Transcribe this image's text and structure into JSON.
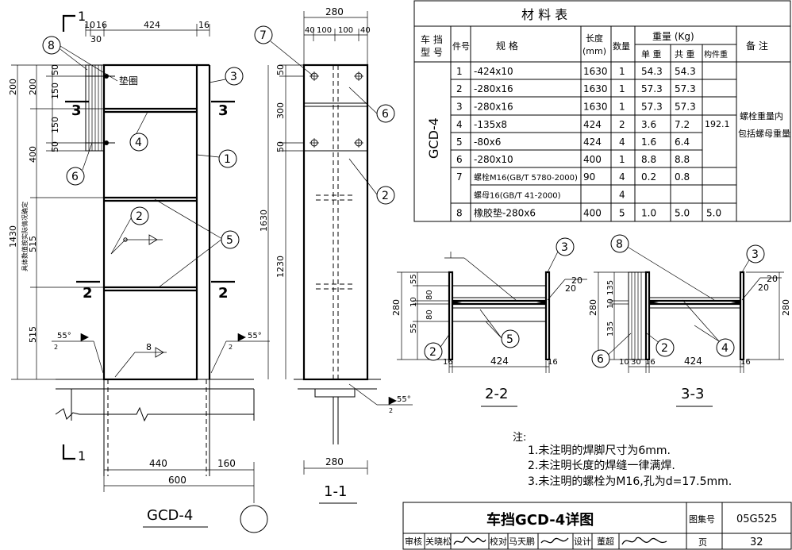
{
  "elevation": {
    "section_mark_number": "1",
    "dims_top": [
      "10",
      "16",
      "424",
      "16",
      "30"
    ],
    "dims_left_inner": [
      "200",
      "150",
      "50",
      "150",
      "50",
      "400",
      "515",
      "515"
    ],
    "dim_left_outer": "1430",
    "dim_left_outer_note": "具体数值按实际情况确定",
    "dims_bottom": [
      "440",
      "160",
      "600"
    ],
    "note_label": "垫圈",
    "section_cuts": [
      "3",
      "3",
      "2",
      "2"
    ],
    "weld_angle": "55°",
    "weld_small": "2",
    "weld_size": "8",
    "title": "GCD-4"
  },
  "callouts": [
    "1",
    "2",
    "3",
    "4",
    "5",
    "6",
    "7",
    "8"
  ],
  "side_view": {
    "dims_top": [
      "280",
      "40",
      "100",
      "100",
      "40"
    ],
    "dims_left": [
      "50",
      "300",
      "50"
    ],
    "dims_right": [
      "1630",
      "1230"
    ],
    "dim_bottom": "280",
    "weld_angle": "55°",
    "weld_small": "2",
    "title": "1-1"
  },
  "materials_table": {
    "title": "材    料    表",
    "headers": {
      "type_top": "车 挡",
      "type_bot": "型 号",
      "part_no": "件号",
      "spec": "规    格",
      "length_top": "长度",
      "length_bot": "(mm)",
      "qty": "数量",
      "weight": "重量 (Kg)",
      "unit_weight": "单 重",
      "total_weight": "共 重",
      "member_weight": "构件重",
      "remarks": "备    注"
    },
    "type_model": "GCD-4",
    "member_weight": "192.1",
    "remarks_line1": "螺栓重量内",
    "remarks_line2": "包括螺母重量",
    "rows": [
      {
        "no": "1",
        "spec": "-424x10",
        "length": "1630",
        "qty": "1",
        "unit": "54.3",
        "total": "54.3"
      },
      {
        "no": "2",
        "spec": "-280x16",
        "length": "1630",
        "qty": "1",
        "unit": "57.3",
        "total": "57.3"
      },
      {
        "no": "3",
        "spec": "-280x16",
        "length": "1630",
        "qty": "1",
        "unit": "57.3",
        "total": "57.3"
      },
      {
        "no": "4",
        "spec": "-135x8",
        "length": "424",
        "qty": "2",
        "unit": "3.6",
        "total": "7.2"
      },
      {
        "no": "5",
        "spec": "-80x6",
        "length": "424",
        "qty": "4",
        "unit": "1.6",
        "total": "6.4"
      },
      {
        "no": "6",
        "spec": "-280x10",
        "length": "400",
        "qty": "1",
        "unit": "8.8",
        "total": "8.8"
      },
      {
        "no": "7",
        "spec": "螺栓M16(GB/T 5780-2000)",
        "length": "90",
        "qty": "4",
        "unit": "0.2",
        "total": "0.8"
      },
      {
        "no": "",
        "spec": "螺母16(GB/T 41-2000)",
        "length": "",
        "qty": "4",
        "unit": "",
        "total": ""
      },
      {
        "no": "8",
        "spec": "橡胶垫-280x6",
        "length": "400",
        "qty": "5",
        "unit": "1.0",
        "total": "5.0",
        "member": "5.0"
      }
    ]
  },
  "section_22": {
    "dims_left": [
      "55",
      "80",
      "10",
      "80",
      "55"
    ],
    "dim_left_total": "280",
    "dims_bottom": [
      "16",
      "424",
      "16"
    ],
    "weld": [
      "20",
      "20"
    ],
    "title": "2-2"
  },
  "section_33": {
    "dims_left": [
      "135",
      "10",
      "135"
    ],
    "dim_left_total": "280",
    "dim_right_total": "280",
    "dims_bottom": [
      "10",
      "30",
      "16",
      "424",
      "16"
    ],
    "weld": [
      "20",
      "20"
    ],
    "title": "3-3"
  },
  "notes": {
    "heading": "注:",
    "items": [
      "1.未注明的焊脚尺寸为6mm.",
      "2.未注明长度的焊缝一律满焊.",
      "3.未注明的螺栓为M16,孔为d=17.5mm."
    ]
  },
  "title_block": {
    "drawing_title": "车挡GCD-4详图",
    "atlas_label": "图集号",
    "atlas_no": "05G525",
    "review_label": "审核",
    "reviewer": "关晓松",
    "check_label": "校对",
    "checker": "马天鹏",
    "design_label": "设计",
    "designer": "董超",
    "page_label": "页",
    "page_no": "32"
  }
}
